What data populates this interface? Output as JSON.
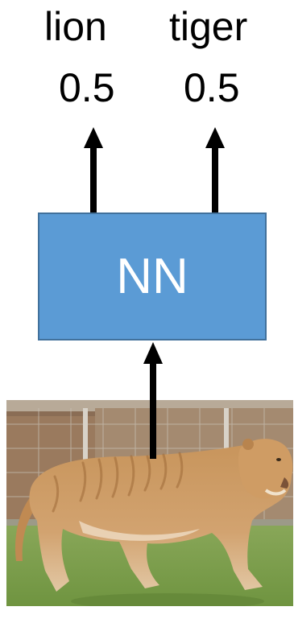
{
  "outputs": [
    {
      "label": "lion",
      "value": "0.5"
    },
    {
      "label": "tiger",
      "value": "0.5"
    }
  ],
  "network": {
    "label": "NN"
  },
  "input_image": {
    "subject": "liger-photo"
  },
  "colors": {
    "box_fill": "#5b9bd5",
    "box_border": "#41719c",
    "box_text": "#ffffff",
    "arrow": "#000000"
  }
}
